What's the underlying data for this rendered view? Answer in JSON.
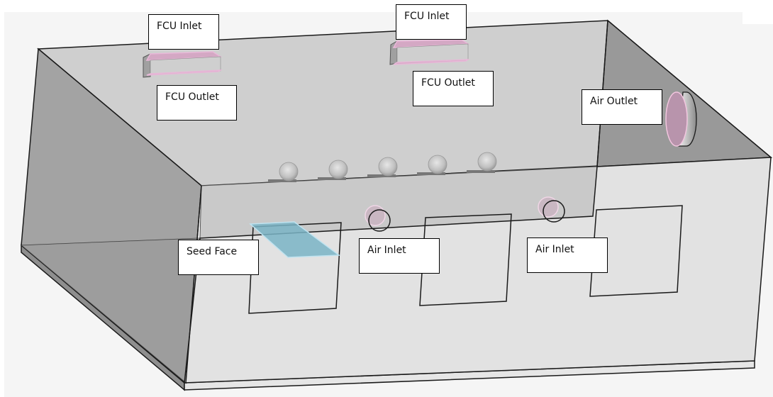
{
  "diagram": {
    "type": "3D CFD room model",
    "colors": {
      "background": "#f5f5f5",
      "top_face": "#cfcfcf",
      "left_wall": "#a0a0a0",
      "right_wall": "#999999",
      "front_face": "#e2e2e2",
      "edge": "#1a1a1a",
      "boundary_pink": "#e8b8d8",
      "outlet_fill": "#b894ac",
      "seed_face": "#7ab4c6",
      "sphere": "#c4c4c4"
    },
    "labels": {
      "fcu_inlet_1": "FCU Inlet",
      "fcu_outlet_1": "FCU Outlet",
      "fcu_inlet_2": "FCU Inlet",
      "fcu_outlet_2": "FCU Outlet",
      "air_outlet": "Air Outlet",
      "seed_face": "Seed Face",
      "air_inlet_1": "Air Inlet",
      "air_inlet_2": "Air Inlet"
    },
    "component_counts": {
      "fcu_units": 2,
      "occupant_spheres": 5,
      "air_inlets": 2,
      "air_outlets": 1,
      "windows": 3
    }
  }
}
